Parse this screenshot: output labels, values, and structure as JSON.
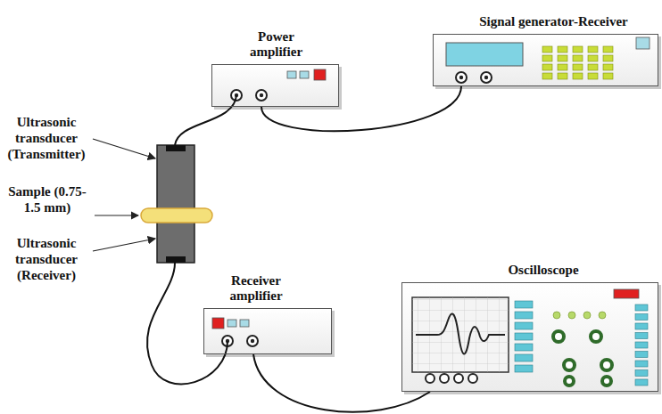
{
  "diagram": {
    "nodes": [
      {
        "text": [
          "Power amplifier"
        ]
      },
      {
        "text": [
          "Signal generator-Receiver"
        ]
      },
      {
        "text": [
          "Receiver amplifier"
        ]
      },
      {
        "text": [
          "Oscilloscope"
        ]
      }
    ],
    "edges": [
      {
        "from": 0,
        "to": 1,
        "arrow": "none"
      },
      {
        "from": 2,
        "to": 3,
        "arrow": "none"
      }
    ],
    "labels": [
      "Ultrasonic transducer (Transmitter)",
      "Sample (0.75-1.5 mm)",
      "Ultrasonic transducer (Receiver)"
    ]
  }
}
